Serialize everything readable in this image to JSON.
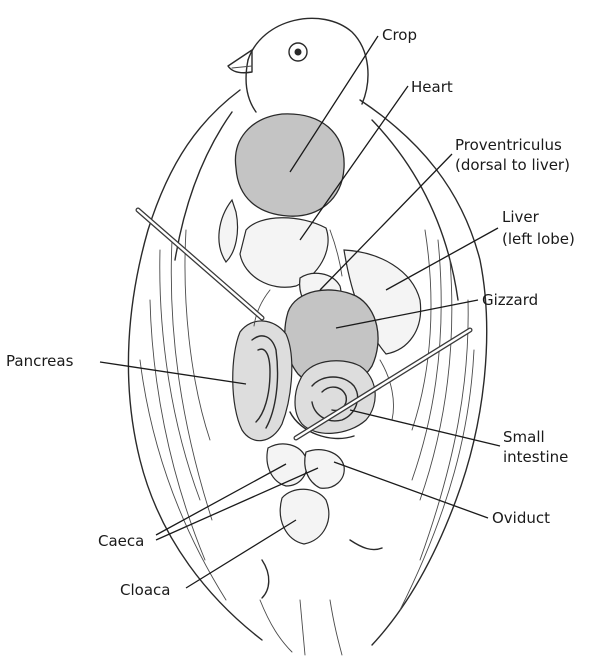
{
  "labels": {
    "crop": "Crop",
    "heart": "Heart",
    "proventriculus_line1": "Proventriculus",
    "proventriculus_line2": "(dorsal to liver)",
    "liver_line1": "Liver",
    "liver_line2": "(left lobe)",
    "gizzard": "Gizzard",
    "pancreas": "Pancreas",
    "small_intestine_line1": "Small",
    "small_intestine_line2": "intestine",
    "oviduct": "Oviduct",
    "caeca": "Caeca",
    "cloaca": "Cloaca"
  },
  "colors": {
    "organ_fill": "#c4c4c4",
    "outline": "#2a2a2a",
    "background": "#ffffff"
  }
}
